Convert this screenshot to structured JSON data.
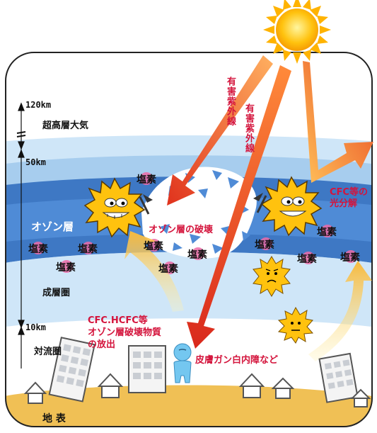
{
  "altitudes": {
    "km120": "120km",
    "km50": "50km",
    "km10": "10km"
  },
  "layers": {
    "thermosphere": "超高層大気",
    "ozone_layer": "オゾン層",
    "stratosphere": "成層圏",
    "troposphere": "対流圏",
    "ground": "地 表"
  },
  "labels": {
    "harmful_uv_1": "有害紫外線",
    "harmful_uv_2": "有害紫外線",
    "ozone_destruction": "オゾン層の破壊",
    "cfc_photolysis_line1": "CFC等の",
    "cfc_photolysis_line2": "光分解",
    "emission_line1": "CFC.HCFC等",
    "emission_line2": "オゾン層破壊物質",
    "emission_line3": "の放出",
    "health_effects": "皮膚ガン白内障など"
  },
  "chlorine_label": "塩素",
  "chlorine_count": 11,
  "colors": {
    "sky_light": "#cfe6f8",
    "sky_mid": "#a7cdee",
    "ozone_band": "#3e78c4",
    "ground": "#f0c055",
    "sun": "#ffc20e",
    "uv_arrow": "#e0321d",
    "rise_arrow": "#f7b93c",
    "chlorine_burst": "#ee6aa7",
    "text_red": "#d4143c"
  }
}
